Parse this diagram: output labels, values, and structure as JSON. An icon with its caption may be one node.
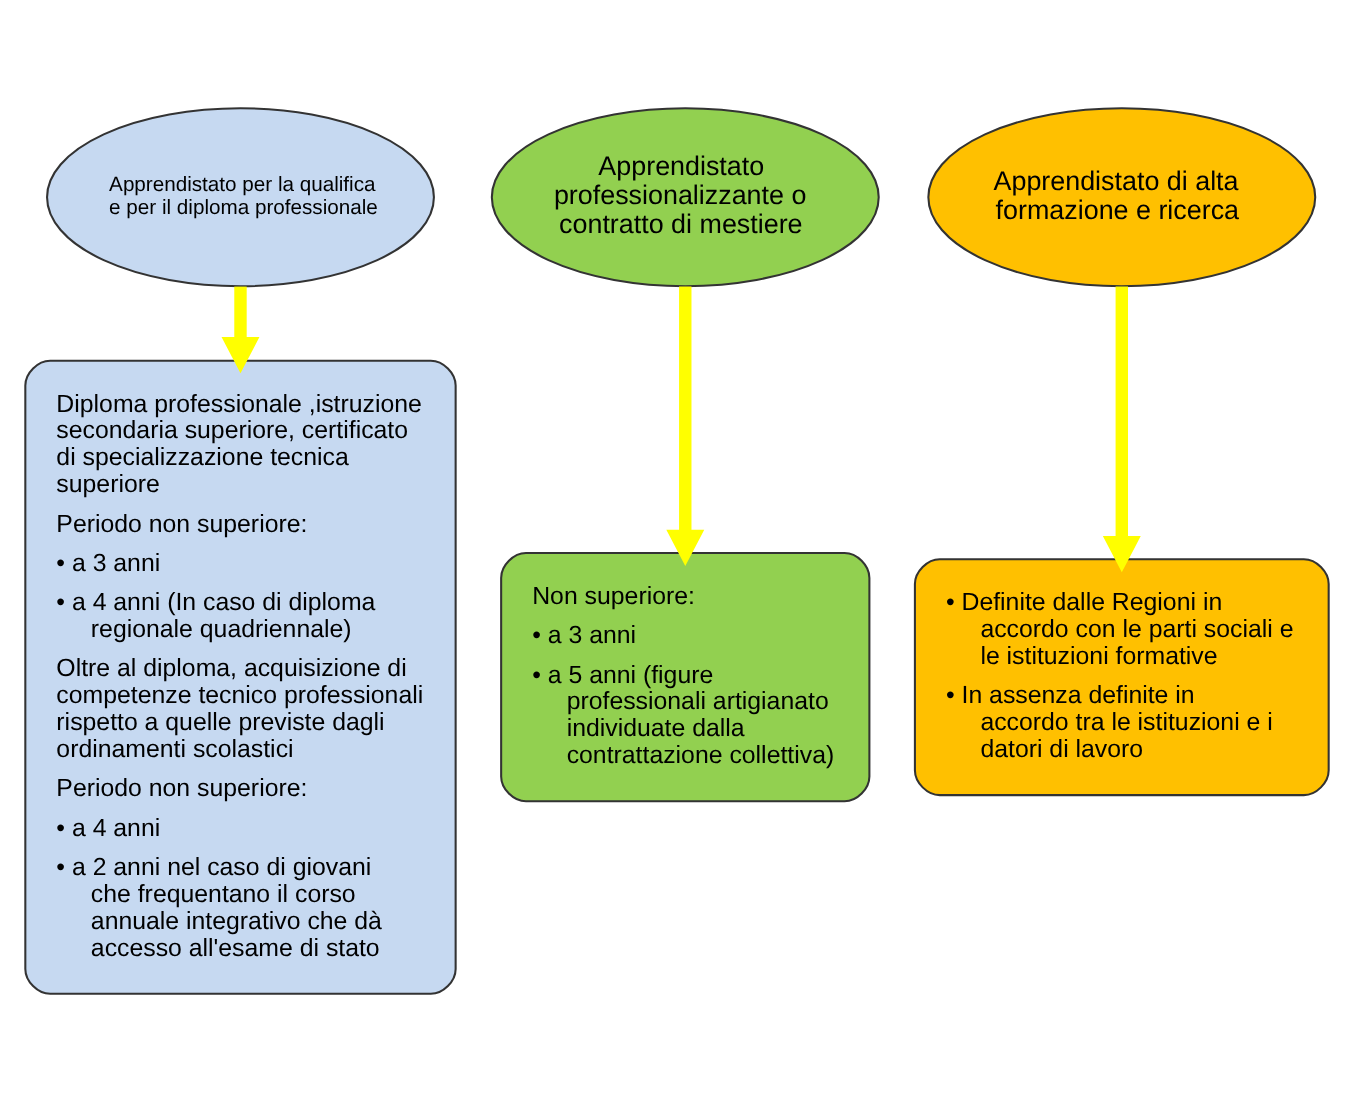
{
  "diagram": {
    "nodes": [
      {
        "text": [
          "Apprendistato per la qualifica e per il diploma professionale"
        ]
      },
      {
        "text": [
          "Apprendistato professionalizzante o contratto di mestiere"
        ]
      },
      {
        "text": [
          "Apprendistato di alta formazione e ricerca"
        ]
      },
      {
        "text": [
          "Diploma professionale ,istruzione secondaria superiore, certificato di specializzazione tecnica superiore",
          "Periodo non superiore:",
          "• a 3 anni",
          "• a 4 anni (In caso di diploma regionale quadriennale)",
          "Oltre al diploma, acquisizione di competenze tecnico professionali rispetto a quelle previste dagli ordinamenti scolastici",
          "Periodo non superiore:",
          "• a 4 anni",
          "• a 2 anni nel caso di giovani che frequentano il corso annuale integrativo che dà accesso all'esame di stato"
        ]
      },
      {
        "text": [
          "Non superiore:",
          "• a 3 anni",
          "• a 5 anni (figure professionali artigianato individuate dalla contrattazione collettiva)"
        ]
      },
      {
        "text": [
          "• Definite dalle Regioni in accordo con le parti sociali e le istituzioni formative",
          "• In assenza definite in accordo tra le istituzioni e i datori di lavoro"
        ]
      }
    ],
    "edges": [
      {
        "from": 0,
        "to": 3,
        "arrow": "to",
        "color": "#ffff00"
      },
      {
        "from": 1,
        "to": 4,
        "arrow": "to",
        "color": "#ffff00"
      },
      {
        "from": 2,
        "to": 5,
        "arrow": "to",
        "color": "#ffff00"
      }
    ]
  }
}
